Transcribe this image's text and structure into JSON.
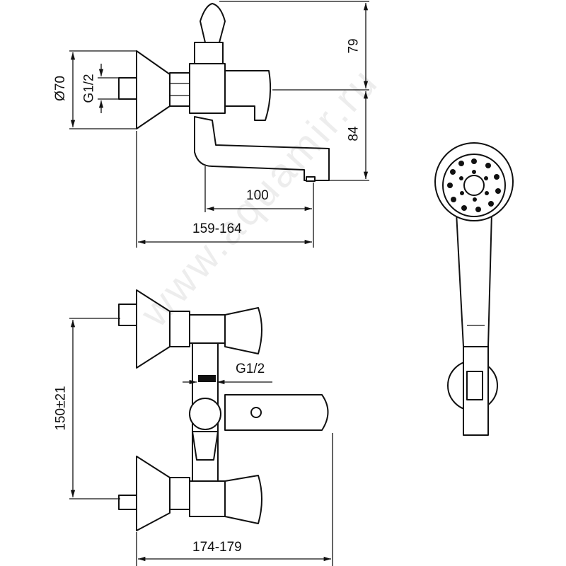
{
  "watermark": "www.aquamir.ru",
  "dimensions": {
    "flange_diameter": "Ø70",
    "inlet_thread": "G1/2",
    "top_height": "79",
    "spout_height": "84",
    "spout_reach": "100",
    "total_reach": "159-164",
    "diverter_thread": "G1/2",
    "center_distance": "150±21",
    "total_width": "174-179"
  }
}
